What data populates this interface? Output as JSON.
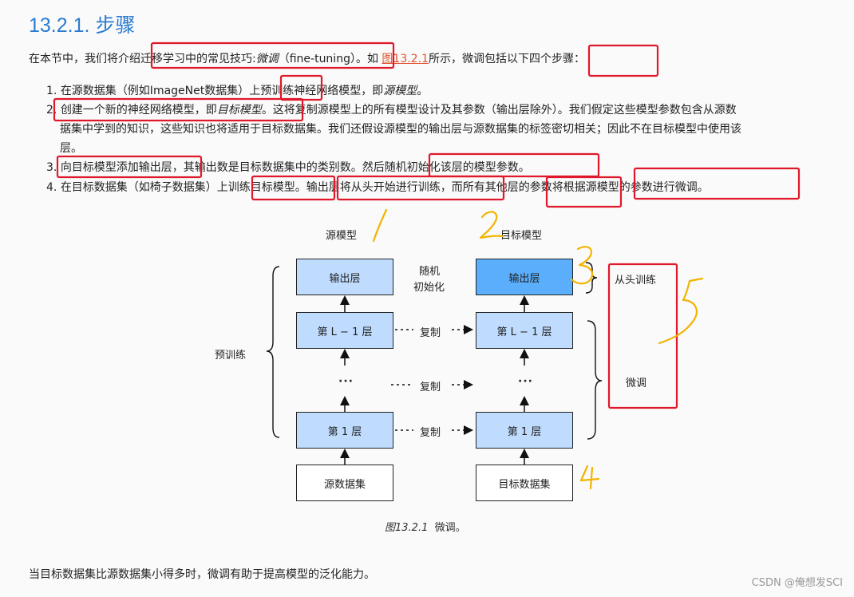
{
  "heading": {
    "number": "13.2.1.",
    "title": "步骤"
  },
  "intro": {
    "part1": "在本节中，我们将介绍迁移学习中的常见技巧:",
    "term": "微调",
    "part2": "（fine-tuning）。如 ",
    "link": "图13.2.1",
    "part3": "所示，微调包括以下四个步骤："
  },
  "steps": [
    {
      "num": "1.",
      "text_a": "在源数据集（例如ImageNet数据集）上预训练神经网络模型，即",
      "em": "源模型",
      "text_b": "。"
    },
    {
      "num": "2.",
      "text_a": "创建一个新的神经网络模型，即",
      "em": "目标模型",
      "text_b": "。这将复制源模型上的所有模型设计及其参数（输出层除外）。我们假定这些模型参数包含从源数",
      "line2": "据集中学到的知识，这些知识也将适用于目标数据集。我们还假设源模型的输出层与源数据集的标签密切相关；因此不在目标模型中使用该",
      "line3": "层。"
    },
    {
      "num": "3.",
      "text_a": "向目标模型添加输出层，其输出数是目标数据集中的类别数。然后随机初始化该层的模型参数。"
    },
    {
      "num": "4.",
      "text_a": "在目标数据集（如椅子数据集）上训练目标模型。输出层将从头开始进行训练，而所有其他层的参数将根据源模型的参数进行微调。"
    }
  ],
  "figure": {
    "source_model_label": "源模型",
    "target_model_label": "目标模型",
    "output_layer": "输出层",
    "layer_l1": "第 L − 1 层",
    "layer_1": "第 1 层",
    "ellipsis": "···",
    "source_dataset": "源数据集",
    "target_dataset": "目标数据集",
    "random_init_1": "随机",
    "random_init_2": "初始化",
    "copy": "复制",
    "pretrain": "预训练",
    "train_from_scratch": "从头训练",
    "fine_tune": "微调",
    "annotation_colors": {
      "red_boxes": "#e0182b",
      "handwriting": "#f2b400"
    },
    "handwritten_numbers": [
      "1",
      "2",
      "3",
      "4",
      "5"
    ]
  },
  "caption": {
    "fig": "图13.2.1",
    "text": "微调。"
  },
  "closing": "当目标数据集比源数据集小得多时，微调有助于提高模型的泛化能力。",
  "watermark": "CSDN @俺想发SCI"
}
